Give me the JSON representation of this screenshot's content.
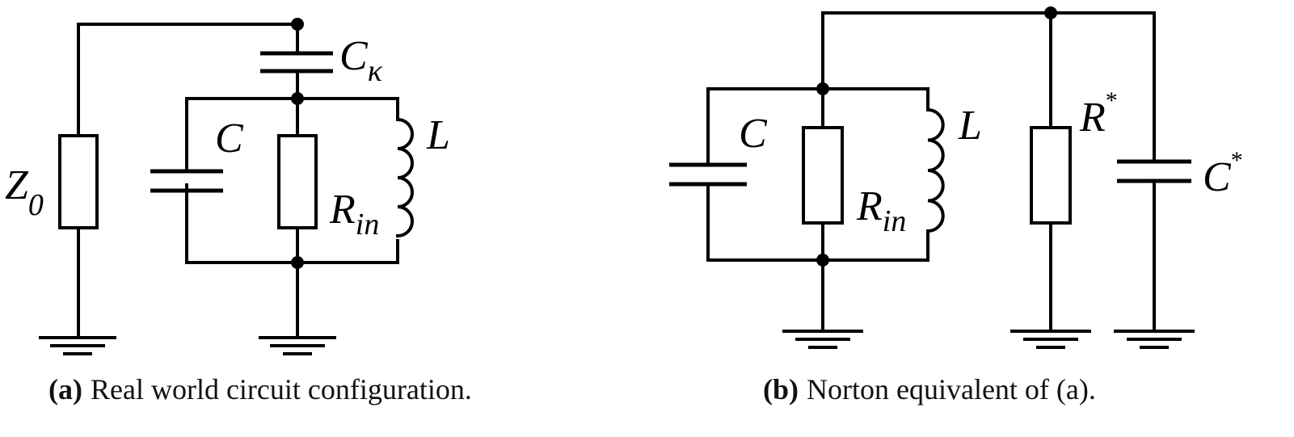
{
  "panel_a": {
    "labels": {
      "z0_main": "Z",
      "z0_sub": "0",
      "ck_main": "C",
      "ck_sub": "κ",
      "c": "C",
      "rin_main": "R",
      "rin_sub": "in",
      "l": "L"
    },
    "caption": {
      "tag": "(a)",
      "text": "Real world circuit configuration."
    }
  },
  "panel_b": {
    "labels": {
      "c": "C",
      "rin_main": "R",
      "rin_sub": "in",
      "l": "L",
      "rstar_main": "R",
      "rstar_sup": "*",
      "cstar_main": "C",
      "cstar_sup": "*"
    },
    "caption": {
      "tag": "(b)",
      "text": "Norton equivalent of (a)."
    }
  },
  "style": {
    "line_color": "#000000",
    "background": "#ffffff"
  }
}
